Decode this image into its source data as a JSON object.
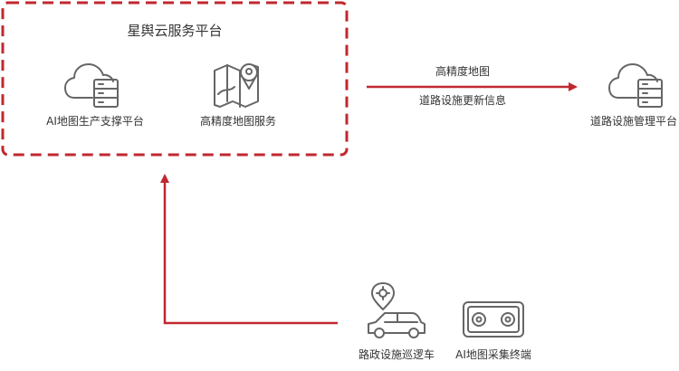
{
  "platform_group": {
    "title": "星舆云服务平台",
    "ai_platform_label": "AI地图生产支撑平台",
    "hd_map_service_label": "高精度地图服务"
  },
  "arrow_to_management": {
    "top_text": "高精度地图",
    "bottom_text": "道路设施更新信息"
  },
  "management_platform": {
    "label": "道路设施管理平台"
  },
  "field_devices": {
    "patrol_car_label": "路政设施巡逻车",
    "terminal_label": "AI地图采集终端"
  },
  "icons": {
    "cloud_server": "cloud-server-icon",
    "map": "map-pin-icon",
    "car": "patrol-car-icon",
    "gear_pin": "gear-pin-icon",
    "terminal": "collection-terminal-icon"
  },
  "colors": {
    "accent_red": "#c0282f",
    "icon_gray": "#666666",
    "text": "#333333"
  }
}
